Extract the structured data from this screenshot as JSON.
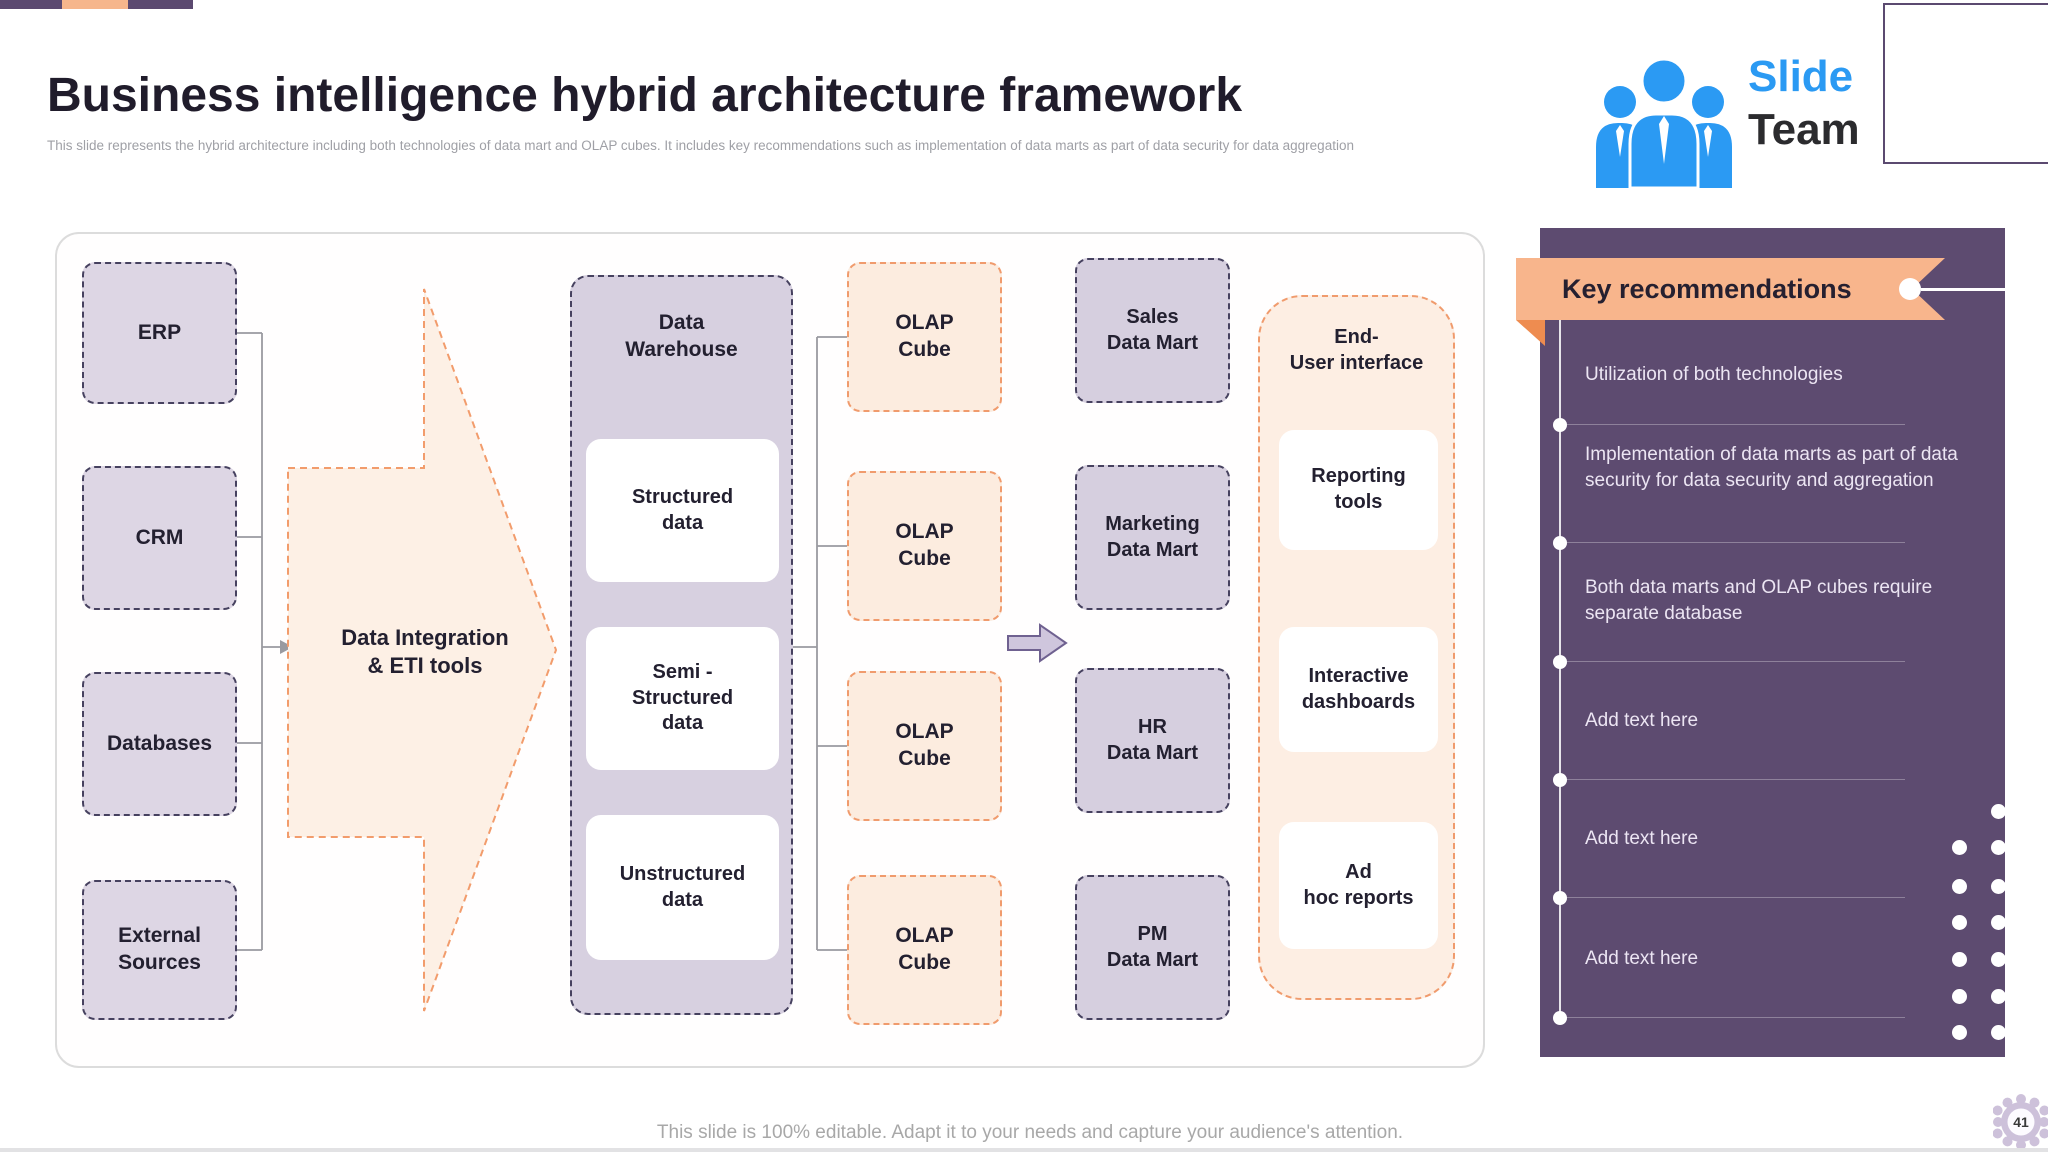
{
  "slide": {
    "title": "Business intelligence hybrid architecture framework",
    "subtitle": "This slide represents the hybrid architecture including both technologies of data mart and OLAP cubes. It includes key recommendations such as implementation of data marts as part of data security for data aggregation",
    "footer_note": "This slide is 100% editable. Adapt it to your needs and capture your audience's attention.",
    "page_number": "41"
  },
  "logo": {
    "line1": "Slide",
    "line2": "Team"
  },
  "diagram": {
    "sources": [
      "ERP",
      "CRM",
      "Databases",
      "External\nSources"
    ],
    "integration_arrow_label": "Data Integration\n& ETI tools",
    "warehouse": {
      "title": "Data\nWarehouse",
      "items": [
        "Structured\ndata",
        "Semi -\nStructured\ndata",
        "Unstructured\ndata"
      ]
    },
    "olap_cubes": [
      "OLAP\nCube",
      "OLAP\nCube",
      "OLAP\nCube",
      "OLAP\nCube"
    ],
    "data_marts": [
      "Sales\nData Mart",
      "Marketing\nData Mart",
      "HR\nData Mart",
      "PM\nData Mart"
    ],
    "end_user": {
      "title": "End-\nUser interface",
      "items": [
        "Reporting\ntools",
        "Interactive\ndashboards",
        "Ad\nhoc reports"
      ]
    }
  },
  "recommendations": {
    "title": "Key recommendations",
    "items": [
      "Utilization of both technologies",
      "Implementation of data marts as part of data security for data security and aggregation",
      "Both data marts and OLAP cubes require separate database",
      "Add text here",
      "Add text here",
      "Add text here"
    ]
  },
  "colors": {
    "panel_purple": "#5d4b70",
    "ribbon_peach": "#f8b58c",
    "peach_fill": "#fcecdf",
    "orange_border": "#f09b6d",
    "lavender_fill": "#ddd6e4",
    "dark_border": "#46415f",
    "logo_blue": "#2b9af3",
    "connector_gray": "#9a9aa0"
  }
}
